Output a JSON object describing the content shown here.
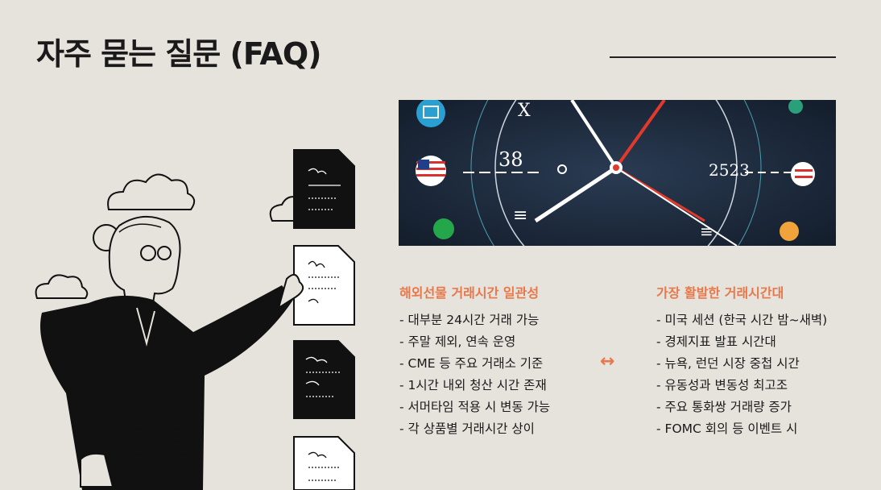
{
  "title": "자주 묻는 질문 (FAQ)",
  "left": {
    "heading": "해외선물 거래시간 일관성",
    "items": [
      "대부분 24시간 거래 가능",
      "주말 제외, 연속 운영",
      "CME 등 주요 거래소 기준",
      "1시간 내외 청산 시간 존재",
      "서머타임 적용 시 변동 가능",
      "각 상품별 거래시간 상이"
    ]
  },
  "right": {
    "heading": "가장 활발한 거래시간대",
    "items": [
      "미국 세션 (한국 시간 밤~새벽)",
      "경제지표 발표 시간대",
      "뉴욕, 런던 시장 중첩 시간",
      "유동성과 변동성 최고조",
      "주요 통화쌍 거래량 증가",
      "FOMC 회의 등 이벤트 시"
    ]
  },
  "arrow_glyph": "↔",
  "clock_image": {
    "left_number": "38",
    "right_number": "2523"
  },
  "colors": {
    "background": "#e6e2dc",
    "accent": "#e8784a",
    "clock_bg": "#1c2a3c"
  }
}
